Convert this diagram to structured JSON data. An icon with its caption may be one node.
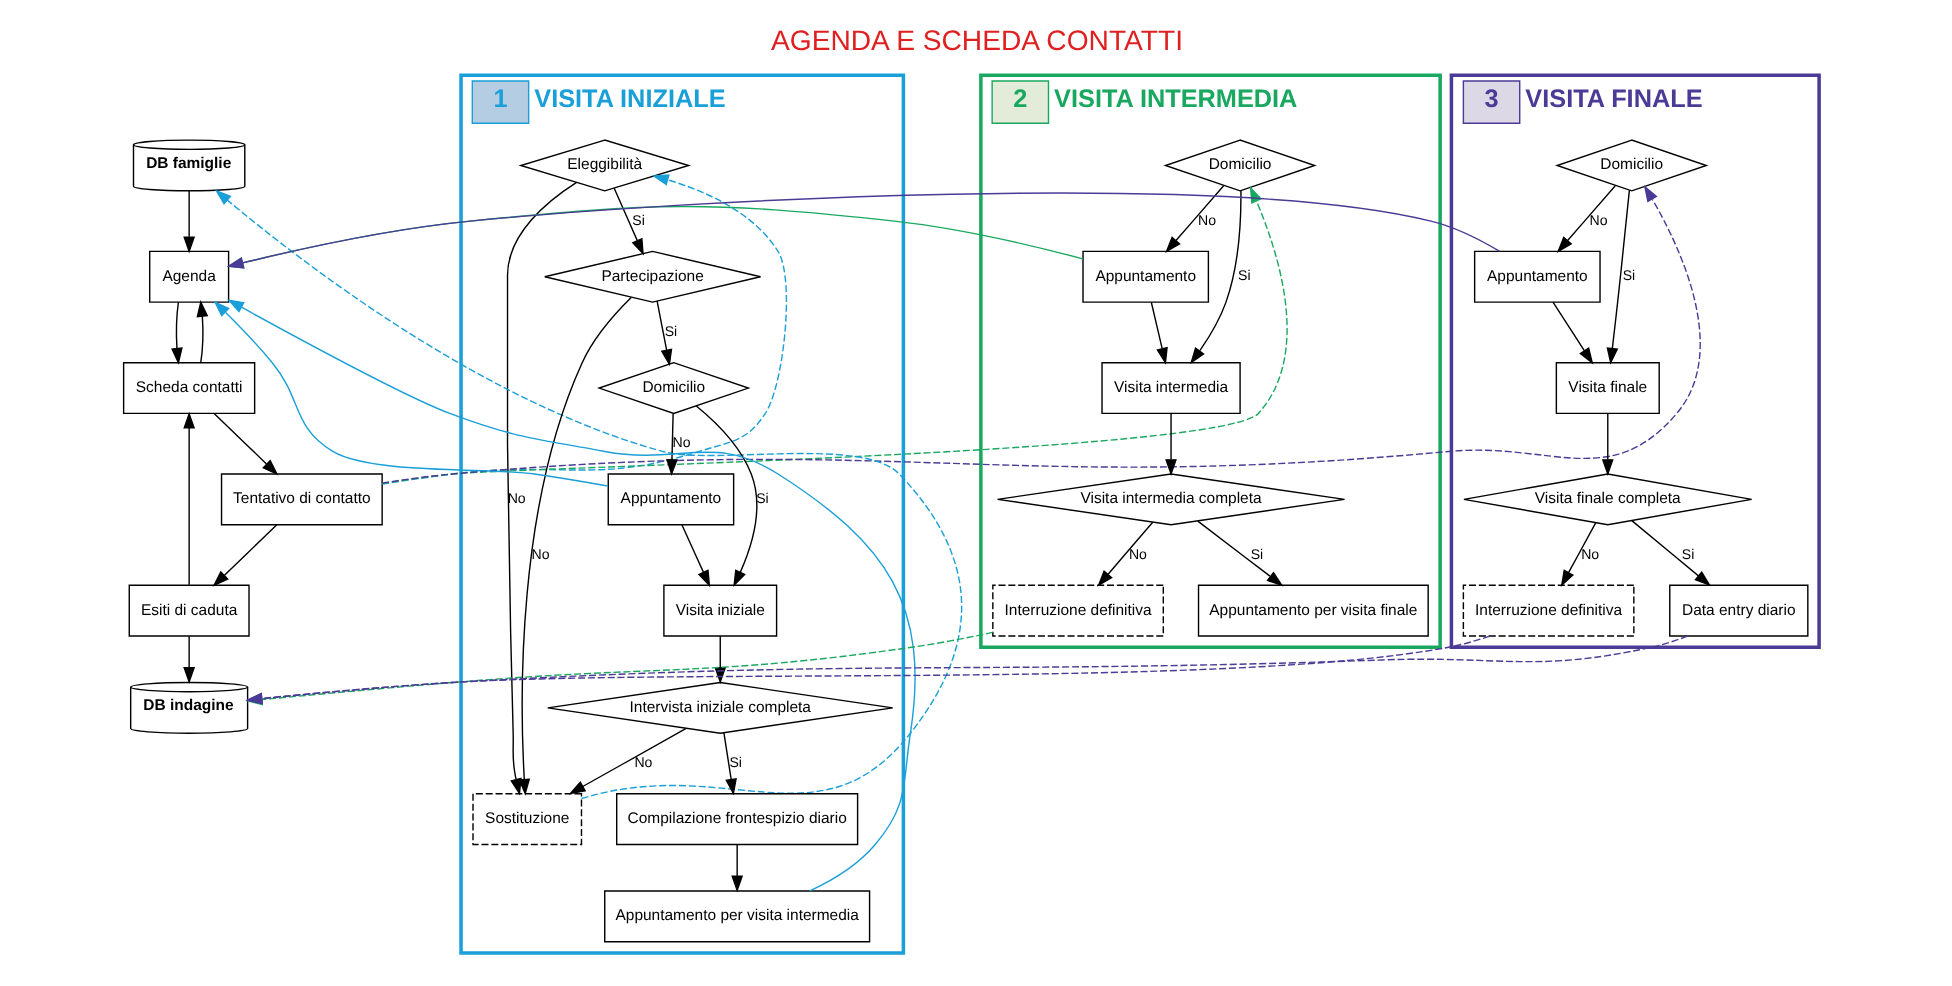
{
  "diagram": {
    "title": "AGENDA E SCHEDA CONTATTI",
    "nodes": [
      {
        "text": [
          "DB famiglie"
        ]
      },
      {
        "text": [
          "Agenda"
        ]
      },
      {
        "text": [
          "Scheda contatti"
        ]
      },
      {
        "text": [
          "Tentativo di contatto"
        ]
      },
      {
        "text": [
          "DB indagine"
        ]
      },
      {
        "text": [
          "Esiti di caduta"
        ]
      },
      {
        "text": [
          "1",
          "VISITA INIZIALE"
        ]
      },
      {
        "text": [
          "Eleggibilità"
        ],
        "in": 6
      },
      {
        "text": [
          "Sostituzione"
        ],
        "in": 6
      },
      {
        "text": [
          "Partecipazione"
        ],
        "in": 6
      },
      {
        "text": [
          "Appuntamento"
        ],
        "in": 6
      },
      {
        "text": [
          "Domicilio"
        ],
        "in": 6
      },
      {
        "text": [
          "Visita iniziale"
        ],
        "in": 6
      },
      {
        "text": [
          "Intervista iniziale completa"
        ],
        "in": 6
      },
      {
        "text": [
          "Compilazione frontespizio diario"
        ],
        "in": 6
      },
      {
        "text": [
          "Appuntamento per visita intermedia"
        ],
        "in": 6
      },
      {
        "text": [
          "2",
          "VISITA INTERMEDIA"
        ]
      },
      {
        "text": [
          "Appuntamento"
        ],
        "in": 16
      },
      {
        "text": [
          "Domicilio"
        ],
        "in": 16
      },
      {
        "text": [
          "Visita intermedia"
        ],
        "in": 16
      },
      {
        "text": [
          "Visita intermedia completa"
        ],
        "in": 16
      },
      {
        "text": [
          "Interruzione definitiva"
        ],
        "in": 16
      },
      {
        "text": [
          "Appuntamento per visita finale"
        ],
        "in": 16
      },
      {
        "text": [
          "3",
          "VISITA FINALE"
        ]
      },
      {
        "text": [
          "Appuntamento"
        ],
        "in": 23
      },
      {
        "text": [
          "Domicilio"
        ],
        "in": 23
      },
      {
        "text": [
          "Visita finale"
        ],
        "in": 23
      },
      {
        "text": [
          "Visita finale completa"
        ],
        "in": 23
      },
      {
        "text": [
          "Interruzione definitiva"
        ],
        "in": 23
      },
      {
        "text": [
          "Data entry diario"
        ],
        "in": 23
      }
    ],
    "edges": [
      {
        "from": 0,
        "to": 1,
        "arrow": "to"
      },
      {
        "from": 2,
        "to": 1,
        "arrow": "to"
      },
      {
        "from": 1,
        "to": 2,
        "arrow": "to"
      },
      {
        "from": 2,
        "to": 3,
        "arrow": "to"
      },
      {
        "from": 3,
        "to": 5,
        "arrow": "to"
      },
      {
        "from": 5,
        "to": 2,
        "arrow": "to"
      },
      {
        "from": 5,
        "to": 4,
        "arrow": "to"
      },
      {
        "from": 8,
        "to": 0,
        "arrow": "to",
        "style": "dashed",
        "color": "#1a9fd8"
      },
      {
        "from": 10,
        "to": 1,
        "arrow": "to",
        "color": "#1a9fd8"
      },
      {
        "from": 15,
        "to": 1,
        "arrow": "to",
        "color": "#1a9fd8"
      },
      {
        "from": 17,
        "to": 1,
        "arrow": "to",
        "color": "#1aa860"
      },
      {
        "from": 24,
        "to": 1,
        "arrow": "to",
        "color": "#4b3a96"
      },
      {
        "from": 3,
        "to": 7,
        "arrow": "to",
        "style": "dashed",
        "color": "#1a9fd8"
      },
      {
        "from": 3,
        "to": 18,
        "arrow": "to",
        "style": "dashed",
        "color": "#1aa860"
      },
      {
        "from": 3,
        "to": 25,
        "arrow": "to",
        "style": "dashed",
        "color": "#4b3a96"
      },
      {
        "from": 28,
        "to": 4,
        "arrow": "to",
        "style": "dashed",
        "color": "#4b3a96"
      },
      {
        "from": 29,
        "to": 4,
        "arrow": "to",
        "style": "dashed",
        "color": "#4b3a96"
      },
      {
        "from": 21,
        "to": 4,
        "arrow": "to",
        "style": "dashed",
        "color": "#1aa860"
      },
      {
        "from": 7,
        "to": 8,
        "arrow": "to",
        "label": "No"
      },
      {
        "from": 7,
        "to": 9,
        "arrow": "to",
        "label": "Si"
      },
      {
        "from": 9,
        "to": 8,
        "arrow": "to",
        "label": "No"
      },
      {
        "from": 9,
        "to": 11,
        "arrow": "to",
        "label": "Si"
      },
      {
        "from": 11,
        "to": 10,
        "arrow": "to",
        "label": "No"
      },
      {
        "from": 11,
        "to": 12,
        "arrow": "to",
        "label": "Si"
      },
      {
        "from": 10,
        "to": 12,
        "arrow": "to"
      },
      {
        "from": 12,
        "to": 13,
        "arrow": "to"
      },
      {
        "from": 13,
        "to": 14,
        "arrow": "to",
        "label": "Si"
      },
      {
        "from": 13,
        "to": 8,
        "arrow": "to",
        "label": "No"
      },
      {
        "from": 14,
        "to": 15,
        "arrow": "to"
      },
      {
        "from": 18,
        "to": 17,
        "arrow": "to",
        "label": "No"
      },
      {
        "from": 18,
        "to": 19,
        "arrow": "to",
        "label": "Si"
      },
      {
        "from": 17,
        "to": 19,
        "arrow": "to"
      },
      {
        "from": 19,
        "to": 20,
        "arrow": "to"
      },
      {
        "from": 20,
        "to": 21,
        "arrow": "to",
        "label": "No"
      },
      {
        "from": 20,
        "to": 22,
        "arrow": "to",
        "label": "Si"
      },
      {
        "from": 25,
        "to": 24,
        "arrow": "to",
        "label": "No"
      },
      {
        "from": 25,
        "to": 26,
        "arrow": "to",
        "label": "Si"
      },
      {
        "from": 24,
        "to": 26,
        "arrow": "to"
      },
      {
        "from": 26,
        "to": 27,
        "arrow": "to"
      },
      {
        "from": 27,
        "to": 28,
        "arrow": "to",
        "label": "No"
      },
      {
        "from": 27,
        "to": 29,
        "arrow": "to",
        "label": "Si"
      }
    ]
  }
}
